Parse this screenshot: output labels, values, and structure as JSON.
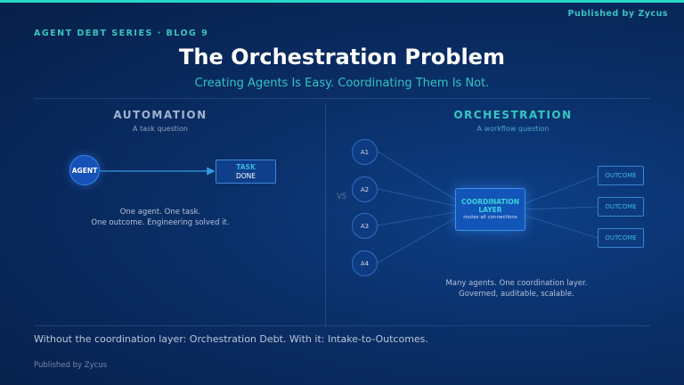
{
  "header": {
    "publisher_top": "Published by Zycus",
    "series": "AGENT DEBT SERIES · BLOG 9",
    "title": "The Orchestration Problem",
    "subtitle": "Creating Agents Is Easy. Coordinating Them Is Not."
  },
  "left": {
    "title": "AUTOMATION",
    "subtitle": "A task question",
    "agent_label": "AGENT",
    "task_label_1": "TASK",
    "task_label_2": "DONE",
    "desc_line_1": "One agent. One task.",
    "desc_line_2": "One outcome. Engineering solved it."
  },
  "vs": "VS",
  "right": {
    "title": "ORCHESTRATION",
    "subtitle": "A workflow question",
    "agents": [
      {
        "label": "A1"
      },
      {
        "label": "A2"
      },
      {
        "label": "A3"
      },
      {
        "label": "A4"
      }
    ],
    "coordination": {
      "line_1": "COORDINATION",
      "line_2": "LAYER",
      "caption": "routes all connections"
    },
    "outcomes": [
      {
        "label": "OUTCOME"
      },
      {
        "label": "OUTCOME"
      },
      {
        "label": "OUTCOME"
      }
    ],
    "desc_line_1": "Many agents. One coordination layer.",
    "desc_line_2": "Governed, auditable, scalable."
  },
  "footer": {
    "statement": "Without the coordination layer: Orchestration Debt. With it: Intake-to-Outcomes.",
    "publisher_bottom": "Published by Zycus"
  },
  "colors": {
    "accent_teal": "#27d6c6",
    "node_blue": "#1651b8",
    "background": "#0a2e66"
  }
}
